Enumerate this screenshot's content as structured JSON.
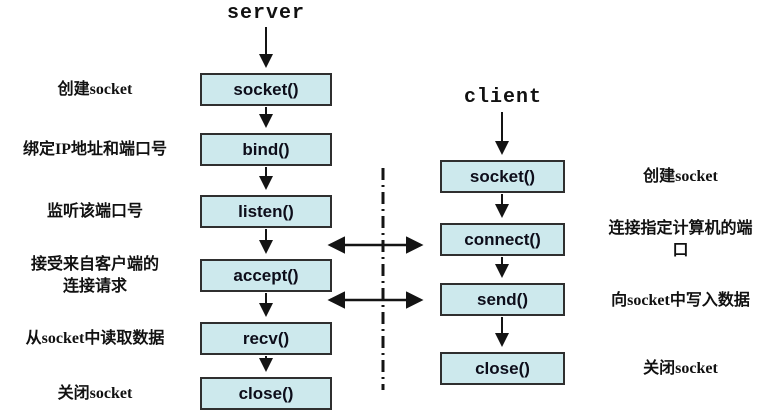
{
  "server": {
    "title": "server",
    "steps": [
      {
        "func": "socket()",
        "label": "创建socket"
      },
      {
        "func": "bind()",
        "label": "绑定IP地址和端口号"
      },
      {
        "func": "listen()",
        "label": "监听该端口号"
      },
      {
        "func": "accept()",
        "label": "接受来自客户端的\n连接请求"
      },
      {
        "func": "recv()",
        "label": "从socket中读取数据"
      },
      {
        "func": "close()",
        "label": "关闭socket"
      }
    ]
  },
  "client": {
    "title": "client",
    "steps": [
      {
        "func": "socket()",
        "label": "创建socket"
      },
      {
        "func": "connect()",
        "label": "连接指定计算机的端\n口"
      },
      {
        "func": "send()",
        "label": "向socket中写入数据"
      },
      {
        "func": "close()",
        "label": "关闭socket"
      }
    ]
  },
  "colors": {
    "box_fill": "#cde9ed",
    "box_border": "#2f2f2f",
    "arrow": "#141414",
    "background": "#ffffff"
  }
}
